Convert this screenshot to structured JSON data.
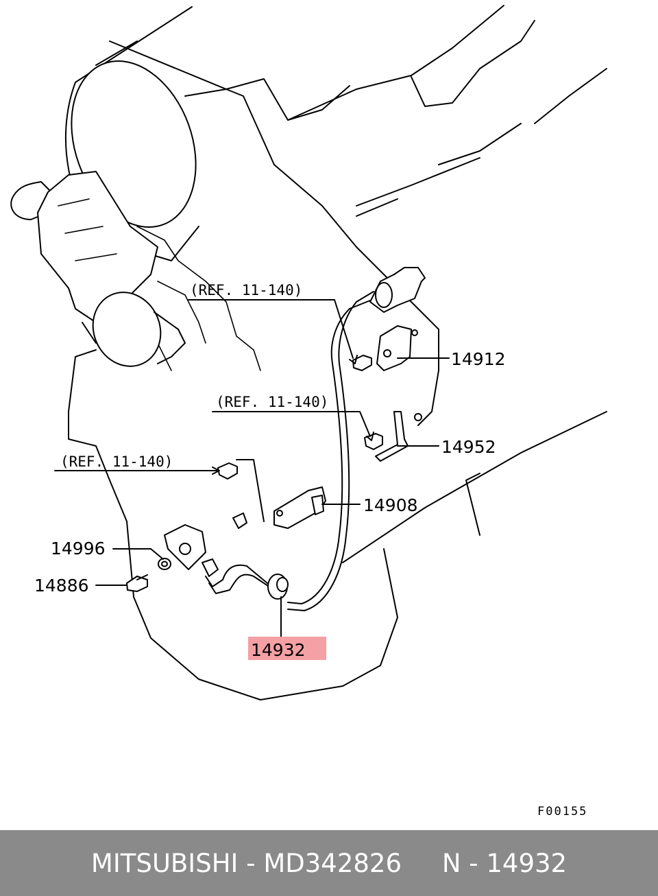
{
  "colors": {
    "footer_bg": "#8a8a8a",
    "highlight": "#f4a0a4",
    "highlight_text": "#c8101e",
    "line": "#000000"
  },
  "diagram": {
    "ref_labels": [
      "(REF. 11-140)",
      "(REF. 11-140)",
      "(REF. 11-140)"
    ],
    "part_numbers": {
      "p14912": "14912",
      "p14952": "14952",
      "p14908": "14908",
      "p14996": "14996",
      "p14886": "14886",
      "p14932": "14932"
    },
    "highlighted_part": "14932",
    "figure_code": "F00155"
  },
  "footer": {
    "brand": "MITSUBISHI",
    "separator": " - ",
    "part_number": "MD342826",
    "ref": "N - 14932"
  }
}
